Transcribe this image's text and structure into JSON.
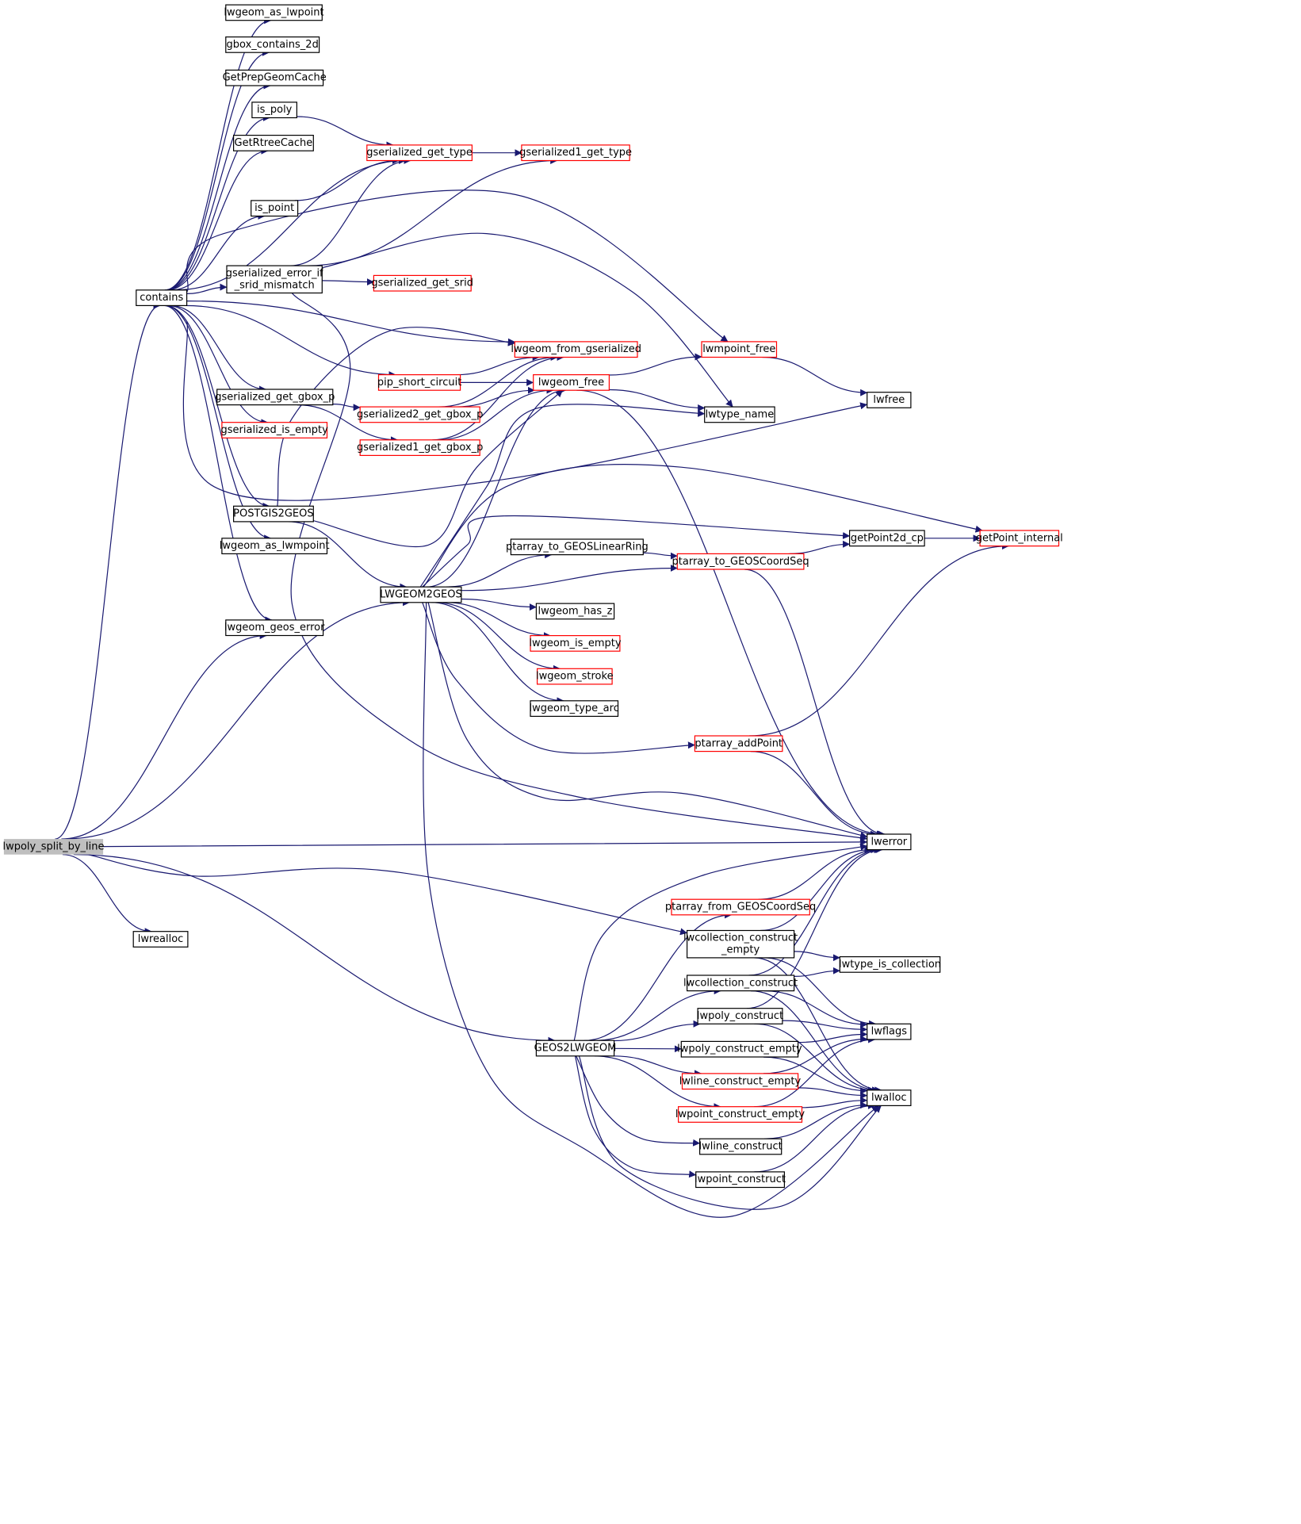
{
  "diagram": {
    "type": "call-graph",
    "colors": {
      "edge": "#191970",
      "node_border": "#000000",
      "truncated_border": "#ff0000",
      "root_fill": "#bfbfbf"
    },
    "nodes": [
      {
        "id": "lwpoly_split_by_line",
        "lines": [
          "lwpoly_split_by_line"
        ],
        "style": "root"
      },
      {
        "id": "contains",
        "lines": [
          "contains"
        ],
        "style": "black"
      },
      {
        "id": "lwgeom_as_lwpoint",
        "lines": [
          "lwgeom_as_lwpoint"
        ],
        "style": "black"
      },
      {
        "id": "gbox_contains_2d",
        "lines": [
          "gbox_contains_2d"
        ],
        "style": "black"
      },
      {
        "id": "GetPrepGeomCache",
        "lines": [
          "GetPrepGeomCache"
        ],
        "style": "black"
      },
      {
        "id": "is_poly",
        "lines": [
          "is_poly"
        ],
        "style": "black"
      },
      {
        "id": "GetRtreeCache",
        "lines": [
          "GetRtreeCache"
        ],
        "style": "black"
      },
      {
        "id": "is_point",
        "lines": [
          "is_point"
        ],
        "style": "black"
      },
      {
        "id": "gserialized_error_if_srid_mismatch",
        "lines": [
          "gserialized_error_if",
          "_srid_mismatch"
        ],
        "style": "black"
      },
      {
        "id": "gserialized_get_gbox_p",
        "lines": [
          "gserialized_get_gbox_p"
        ],
        "style": "black"
      },
      {
        "id": "gserialized_is_empty",
        "lines": [
          "gserialized_is_empty"
        ],
        "style": "red"
      },
      {
        "id": "POSTGIS2GEOS",
        "lines": [
          "POSTGIS2GEOS"
        ],
        "style": "black"
      },
      {
        "id": "lwgeom_as_lwmpoint",
        "lines": [
          "lwgeom_as_lwmpoint"
        ],
        "style": "black"
      },
      {
        "id": "lwgeom_geos_error",
        "lines": [
          "lwgeom_geos_error"
        ],
        "style": "black"
      },
      {
        "id": "lwrealloc",
        "lines": [
          "lwrealloc"
        ],
        "style": "black"
      },
      {
        "id": "gserialized_get_type",
        "lines": [
          "gserialized_get_type"
        ],
        "style": "red"
      },
      {
        "id": "gserialized1_get_type",
        "lines": [
          "gserialized1_get_type"
        ],
        "style": "red"
      },
      {
        "id": "gserialized_get_srid",
        "lines": [
          "gserialized_get_srid"
        ],
        "style": "red"
      },
      {
        "id": "lwgeom_from_gserialized",
        "lines": [
          "lwgeom_from_gserialized"
        ],
        "style": "red"
      },
      {
        "id": "pip_short_circuit",
        "lines": [
          "pip_short_circuit"
        ],
        "style": "red"
      },
      {
        "id": "gserialized2_get_gbox_p",
        "lines": [
          "gserialized2_get_gbox_p"
        ],
        "style": "red"
      },
      {
        "id": "gserialized1_get_gbox_p",
        "lines": [
          "gserialized1_get_gbox_p"
        ],
        "style": "red"
      },
      {
        "id": "lwgeom_free",
        "lines": [
          "lwgeom_free"
        ],
        "style": "red"
      },
      {
        "id": "lwmpoint_free",
        "lines": [
          "lwmpoint_free"
        ],
        "style": "red"
      },
      {
        "id": "lwtype_name",
        "lines": [
          "lwtype_name"
        ],
        "style": "black"
      },
      {
        "id": "lwfree",
        "lines": [
          "lwfree"
        ],
        "style": "black"
      },
      {
        "id": "LWGEOM2GEOS",
        "lines": [
          "LWGEOM2GEOS"
        ],
        "style": "black"
      },
      {
        "id": "ptarray_to_GEOSLinearRing",
        "lines": [
          "ptarray_to_GEOSLinearRing"
        ],
        "style": "black"
      },
      {
        "id": "ptarray_to_GEOSCoordSeq",
        "lines": [
          "ptarray_to_GEOSCoordSeq"
        ],
        "style": "red"
      },
      {
        "id": "getPoint2d_cp",
        "lines": [
          "getPoint2d_cp"
        ],
        "style": "black"
      },
      {
        "id": "getPoint_internal",
        "lines": [
          "getPoint_internal"
        ],
        "style": "red"
      },
      {
        "id": "lwgeom_has_z",
        "lines": [
          "lwgeom_has_z"
        ],
        "style": "black"
      },
      {
        "id": "lwgeom_is_empty",
        "lines": [
          "lwgeom_is_empty"
        ],
        "style": "red"
      },
      {
        "id": "lwgeom_stroke",
        "lines": [
          "lwgeom_stroke"
        ],
        "style": "red"
      },
      {
        "id": "lwgeom_type_arc",
        "lines": [
          "lwgeom_type_arc"
        ],
        "style": "black"
      },
      {
        "id": "ptarray_addPoint",
        "lines": [
          "ptarray_addPoint"
        ],
        "style": "red"
      },
      {
        "id": "lwerror",
        "lines": [
          "lwerror"
        ],
        "style": "black"
      },
      {
        "id": "ptarray_from_GEOSCoordSeq",
        "lines": [
          "ptarray_from_GEOSCoordSeq"
        ],
        "style": "red"
      },
      {
        "id": "lwcollection_construct_empty",
        "lines": [
          "lwcollection_construct",
          "_empty"
        ],
        "style": "black"
      },
      {
        "id": "lwtype_is_collection",
        "lines": [
          "lwtype_is_collection"
        ],
        "style": "black"
      },
      {
        "id": "lwcollection_construct",
        "lines": [
          "lwcollection_construct"
        ],
        "style": "black"
      },
      {
        "id": "lwpoly_construct",
        "lines": [
          "lwpoly_construct"
        ],
        "style": "black"
      },
      {
        "id": "lwflags",
        "lines": [
          "lwflags"
        ],
        "style": "black"
      },
      {
        "id": "GEOS2LWGEOM",
        "lines": [
          "GEOS2LWGEOM"
        ],
        "style": "black"
      },
      {
        "id": "lwpoly_construct_empty",
        "lines": [
          "lwpoly_construct_empty"
        ],
        "style": "black"
      },
      {
        "id": "lwline_construct_empty",
        "lines": [
          "lwline_construct_empty"
        ],
        "style": "red"
      },
      {
        "id": "lwalloc",
        "lines": [
          "lwalloc"
        ],
        "style": "black"
      },
      {
        "id": "lwpoint_construct_empty",
        "lines": [
          "lwpoint_construct_empty"
        ],
        "style": "red"
      },
      {
        "id": "lwline_construct",
        "lines": [
          "lwline_construct"
        ],
        "style": "black"
      },
      {
        "id": "lwpoint_construct",
        "lines": [
          "lwpoint_construct"
        ],
        "style": "black"
      }
    ],
    "edges": [
      [
        "lwpoly_split_by_line",
        "contains"
      ],
      [
        "lwpoly_split_by_line",
        "lwgeom_geos_error"
      ],
      [
        "lwpoly_split_by_line",
        "LWGEOM2GEOS"
      ],
      [
        "lwpoly_split_by_line",
        "lwerror"
      ],
      [
        "lwpoly_split_by_line",
        "lwcollection_construct_empty"
      ],
      [
        "lwpoly_split_by_line",
        "lwrealloc"
      ],
      [
        "lwpoly_split_by_line",
        "GEOS2LWGEOM"
      ],
      [
        "contains",
        "lwgeom_as_lwpoint"
      ],
      [
        "contains",
        "gbox_contains_2d"
      ],
      [
        "contains",
        "GetPrepGeomCache"
      ],
      [
        "contains",
        "is_poly"
      ],
      [
        "contains",
        "GetRtreeCache"
      ],
      [
        "contains",
        "gserialized_get_type"
      ],
      [
        "contains",
        "is_point"
      ],
      [
        "contains",
        "lwmpoint_free"
      ],
      [
        "contains",
        "gserialized_error_if_srid_mismatch"
      ],
      [
        "contains",
        "lwgeom_from_gserialized"
      ],
      [
        "contains",
        "pip_short_circuit"
      ],
      [
        "contains",
        "gserialized_get_gbox_p"
      ],
      [
        "contains",
        "gserialized_is_empty"
      ],
      [
        "contains",
        "lwfree"
      ],
      [
        "contains",
        "POSTGIS2GEOS"
      ],
      [
        "contains",
        "lwgeom_as_lwmpoint"
      ],
      [
        "contains",
        "lwgeom_geos_error"
      ],
      [
        "is_poly",
        "gserialized_get_type"
      ],
      [
        "is_point",
        "gserialized_get_type"
      ],
      [
        "gserialized_get_type",
        "gserialized1_get_type"
      ],
      [
        "gserialized_error_if_srid_mismatch",
        "gserialized_get_type"
      ],
      [
        "gserialized_error_if_srid_mismatch",
        "gserialized1_get_type"
      ],
      [
        "gserialized_error_if_srid_mismatch",
        "gserialized_get_srid"
      ],
      [
        "gserialized_error_if_srid_mismatch",
        "lwtype_name"
      ],
      [
        "gserialized_error_if_srid_mismatch",
        "lwerror"
      ],
      [
        "gserialized_get_gbox_p",
        "gserialized2_get_gbox_p"
      ],
      [
        "gserialized_get_gbox_p",
        "gserialized1_get_gbox_p"
      ],
      [
        "gserialized2_get_gbox_p",
        "lwgeom_from_gserialized"
      ],
      [
        "gserialized2_get_gbox_p",
        "lwgeom_free"
      ],
      [
        "gserialized1_get_gbox_p",
        "lwgeom_from_gserialized"
      ],
      [
        "gserialized1_get_gbox_p",
        "lwgeom_free"
      ],
      [
        "pip_short_circuit",
        "lwgeom_from_gserialized"
      ],
      [
        "pip_short_circuit",
        "lwgeom_free"
      ],
      [
        "POSTGIS2GEOS",
        "lwgeom_from_gserialized"
      ],
      [
        "POSTGIS2GEOS",
        "lwgeom_free"
      ],
      [
        "POSTGIS2GEOS",
        "LWGEOM2GEOS"
      ],
      [
        "lwgeom_free",
        "lwmpoint_free"
      ],
      [
        "lwgeom_free",
        "lwtype_name"
      ],
      [
        "lwgeom_free",
        "lwerror"
      ],
      [
        "lwmpoint_free",
        "lwfree"
      ],
      [
        "LWGEOM2GEOS",
        "lwgeom_free"
      ],
      [
        "LWGEOM2GEOS",
        "lwtype_name"
      ],
      [
        "LWGEOM2GEOS",
        "getPoint_internal"
      ],
      [
        "LWGEOM2GEOS",
        "getPoint2d_cp"
      ],
      [
        "LWGEOM2GEOS",
        "ptarray_to_GEOSLinearRing"
      ],
      [
        "LWGEOM2GEOS",
        "ptarray_to_GEOSCoordSeq"
      ],
      [
        "LWGEOM2GEOS",
        "lwgeom_has_z"
      ],
      [
        "LWGEOM2GEOS",
        "lwgeom_is_empty"
      ],
      [
        "LWGEOM2GEOS",
        "lwgeom_stroke"
      ],
      [
        "LWGEOM2GEOS",
        "lwgeom_type_arc"
      ],
      [
        "LWGEOM2GEOS",
        "ptarray_addPoint"
      ],
      [
        "LWGEOM2GEOS",
        "lwerror"
      ],
      [
        "LWGEOM2GEOS",
        "lwalloc"
      ],
      [
        "ptarray_to_GEOSLinearRing",
        "ptarray_to_GEOSCoordSeq"
      ],
      [
        "ptarray_to_GEOSCoordSeq",
        "getPoint2d_cp"
      ],
      [
        "ptarray_to_GEOSCoordSeq",
        "lwerror"
      ],
      [
        "getPoint2d_cp",
        "getPoint_internal"
      ],
      [
        "ptarray_addPoint",
        "getPoint_internal"
      ],
      [
        "ptarray_addPoint",
        "lwerror"
      ],
      [
        "ptarray_from_GEOSCoordSeq",
        "lwerror"
      ],
      [
        "lwcollection_construct_empty",
        "lwerror"
      ],
      [
        "lwcollection_construct_empty",
        "lwtype_is_collection"
      ],
      [
        "lwcollection_construct_empty",
        "lwflags"
      ],
      [
        "lwcollection_construct_empty",
        "lwalloc"
      ],
      [
        "lwcollection_construct",
        "lwerror"
      ],
      [
        "lwcollection_construct",
        "lwtype_is_collection"
      ],
      [
        "lwcollection_construct",
        "lwflags"
      ],
      [
        "lwcollection_construct",
        "lwalloc"
      ],
      [
        "lwpoly_construct",
        "lwerror"
      ],
      [
        "lwpoly_construct",
        "lwflags"
      ],
      [
        "lwpoly_construct",
        "lwalloc"
      ],
      [
        "lwpoly_construct_empty",
        "lwflags"
      ],
      [
        "lwpoly_construct_empty",
        "lwalloc"
      ],
      [
        "lwline_construct_empty",
        "lwflags"
      ],
      [
        "lwline_construct_empty",
        "lwalloc"
      ],
      [
        "lwpoint_construct_empty",
        "lwflags"
      ],
      [
        "lwpoint_construct_empty",
        "lwalloc"
      ],
      [
        "lwline_construct",
        "lwalloc"
      ],
      [
        "lwpoint_construct",
        "lwalloc"
      ],
      [
        "GEOS2LWGEOM",
        "lwerror"
      ],
      [
        "GEOS2LWGEOM",
        "ptarray_from_GEOSCoordSeq"
      ],
      [
        "GEOS2LWGEOM",
        "lwcollection_construct"
      ],
      [
        "GEOS2LWGEOM",
        "lwpoly_construct"
      ],
      [
        "GEOS2LWGEOM",
        "lwpoly_construct_empty"
      ],
      [
        "GEOS2LWGEOM",
        "lwline_construct_empty"
      ],
      [
        "GEOS2LWGEOM",
        "lwpoint_construct_empty"
      ],
      [
        "GEOS2LWGEOM",
        "lwline_construct"
      ],
      [
        "GEOS2LWGEOM",
        "lwpoint_construct"
      ],
      [
        "GEOS2LWGEOM",
        "lwalloc"
      ]
    ]
  }
}
